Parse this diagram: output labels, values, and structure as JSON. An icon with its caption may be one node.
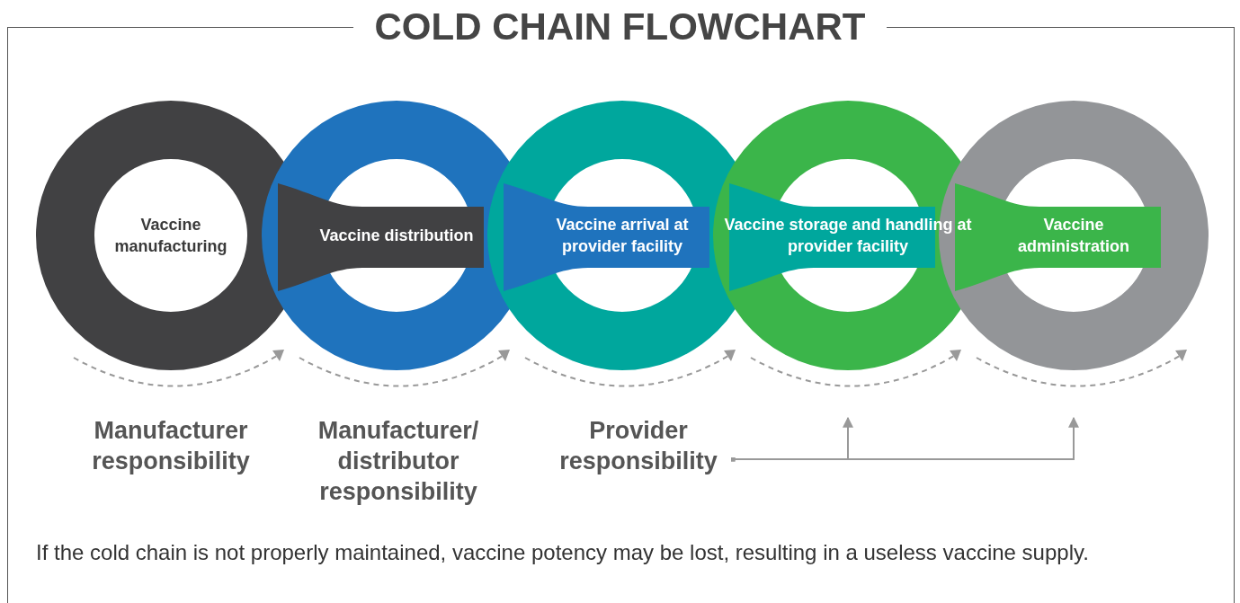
{
  "diagram": {
    "title": "COLD CHAIN FLOWCHART",
    "nodes": [
      {
        "text": [
          "Vaccine manufacturing"
        ]
      },
      {
        "text": [
          "Vaccine distribution"
        ]
      },
      {
        "text": [
          "Vaccine arrival at provider facility"
        ]
      },
      {
        "text": [
          "Vaccine storage and handling at provider facility"
        ]
      },
      {
        "text": [
          "Vaccine administration"
        ]
      },
      {
        "text": [
          "Provider responsibility"
        ]
      }
    ],
    "edges": [
      {
        "from": 5,
        "to": 3,
        "arrow": "to"
      },
      {
        "from": 5,
        "to": 4,
        "arrow": "to"
      }
    ],
    "labels": [
      "Manufacturer responsibility",
      "Manufacturer/ distributor responsibility"
    ],
    "caption": "If the cold chain is not properly maintained, vaccine potency may be lost, resulting in a useless vaccine supply."
  }
}
